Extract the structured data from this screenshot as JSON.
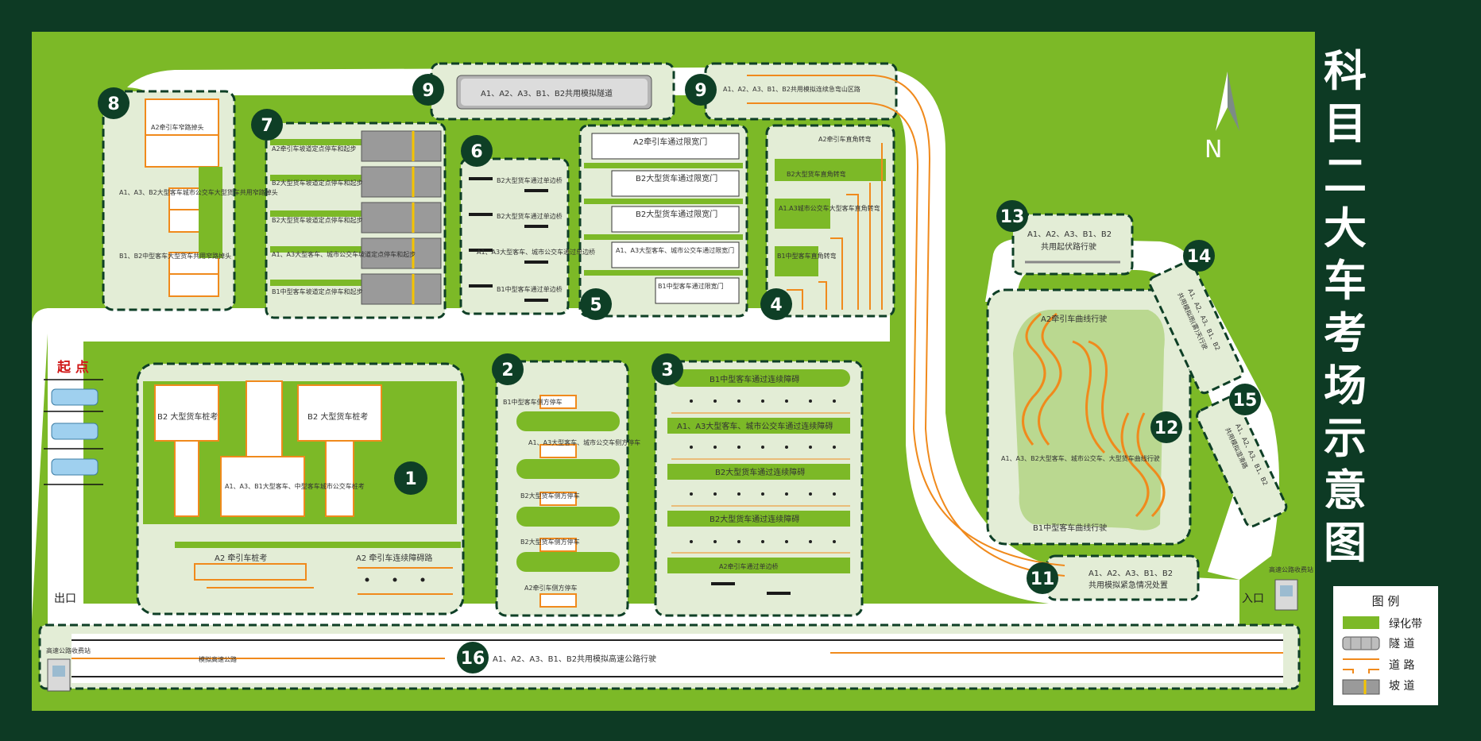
{
  "title_chars": [
    "科",
    "目",
    "二",
    "大",
    "车",
    "考",
    "场",
    "示",
    "意",
    "图"
  ],
  "compass": "N",
  "start_label": "起 点",
  "exit_label": "出口",
  "entry_label": "入口",
  "booth_entry_label": "高速公路收费站",
  "booth_exit_label": "高速公路收费站",
  "legend": {
    "title": "图  例",
    "items": [
      "绿化带",
      "隧  道",
      "道  路",
      "坡  道"
    ]
  },
  "zones": {
    "z1": {
      "num": "1",
      "left": "B2 大型货车桩考",
      "right": "B2 大型货车桩考",
      "center": "A1、A3、B1大型客车、中型客车城市公交车桩考",
      "bottom_left": "A2 牵引车桩考",
      "bottom_right": "A2 牵引车连续障碍路"
    },
    "z2": {
      "num": "2",
      "items": [
        "B1中型客车侧方停车",
        "A1、A3大型客车、城市公交车侧方停车",
        "B2大型货车侧方停车",
        "B2大型货车侧方停车",
        "A2牵引车侧方停车"
      ]
    },
    "z3": {
      "num": "3",
      "items": [
        "B1中型客车通过连续障碍",
        "A1、A3大型客车、城市公交车通过连续障碍",
        "B2大型货车通过连续障碍",
        "B2大型货车通过连续障碍",
        "A2牵引车通过单边桥"
      ]
    },
    "z4": {
      "num": "4",
      "items": [
        "A2牵引车直角转弯",
        "B2大型货车直角转弯",
        "A1.A3城市公交车大型客车直角转弯",
        "B1中型客车直角转弯"
      ]
    },
    "z5": {
      "num": "5",
      "items": [
        "A2牵引车通过限宽门",
        "B2大型货车通过限宽门",
        "B2大型货车通过限宽门",
        "A1、A3大型客车、城市公交车通过限宽门",
        "B1中型客车通过限宽门"
      ]
    },
    "z6": {
      "num": "6",
      "items": [
        "B2大型货车通过单边桥",
        "B2大型货车通过单边桥",
        "A1、A3大型客车、城市公交车通过单边桥",
        "B1中型客车通过单边桥"
      ]
    },
    "z7": {
      "num": "7",
      "items": [
        "A2牵引车坡道定点停车和起步",
        "B2大型货车坡道定点停车和起步",
        "B2大型货车坡道定点停车和起步",
        "A1、A3大型客车、城市公交车坡道定点停车和起步",
        "B1中型客车坡道定点停车和起步"
      ]
    },
    "z8": {
      "num": "8",
      "items": [
        "A2牵引车窄路掉头",
        "A1、A3、B2大型客车城市公交车大型货车共用窄路掉头",
        "B1、B2中型客车大型货车共用窄路掉头"
      ]
    },
    "z9a": {
      "num": "9",
      "label": "A1、A2、A3、B1、B2共用模拟隧道"
    },
    "z9b": {
      "num": "9",
      "label": "A1、A2、A3、B1、B2共用模拟连续急弯山区路"
    },
    "z11": {
      "num": "11",
      "line1": "A1、A2、A3、B1、B2",
      "line2": "共用模拟紧急情况处置"
    },
    "z12": {
      "num": "12",
      "top": "A2牵引车曲线行驶",
      "mid": "A1、A3、B2大型客车、城市公交车、大型货车曲线行驶",
      "bottom": "B1中型客车曲线行驶"
    },
    "z13": {
      "num": "13",
      "line1": "A1、A2、A3、B1、B2",
      "line2": "共用起伏路行驶"
    },
    "z14": {
      "num": "14",
      "line1": "A1、A2、A3、B1、B2",
      "line2": "共用模拟雨(雾)天行驶"
    },
    "z15": {
      "num": "15",
      "line1": "A1、A2、A3、B1、B2",
      "line2": "共用模拟湿滑路"
    },
    "z16": {
      "num": "16",
      "label": "A1、A2、A3、B1、B2共用模拟高速公路行驶",
      "sub": "模拟高速公路"
    }
  },
  "colors": {
    "frame": "#0d3a24",
    "grass": "#7cb927",
    "road": "#ffffff",
    "zone_fill": "#e3edd6",
    "orange": "#f08a1c",
    "dark_badge": "#0e3f26"
  }
}
